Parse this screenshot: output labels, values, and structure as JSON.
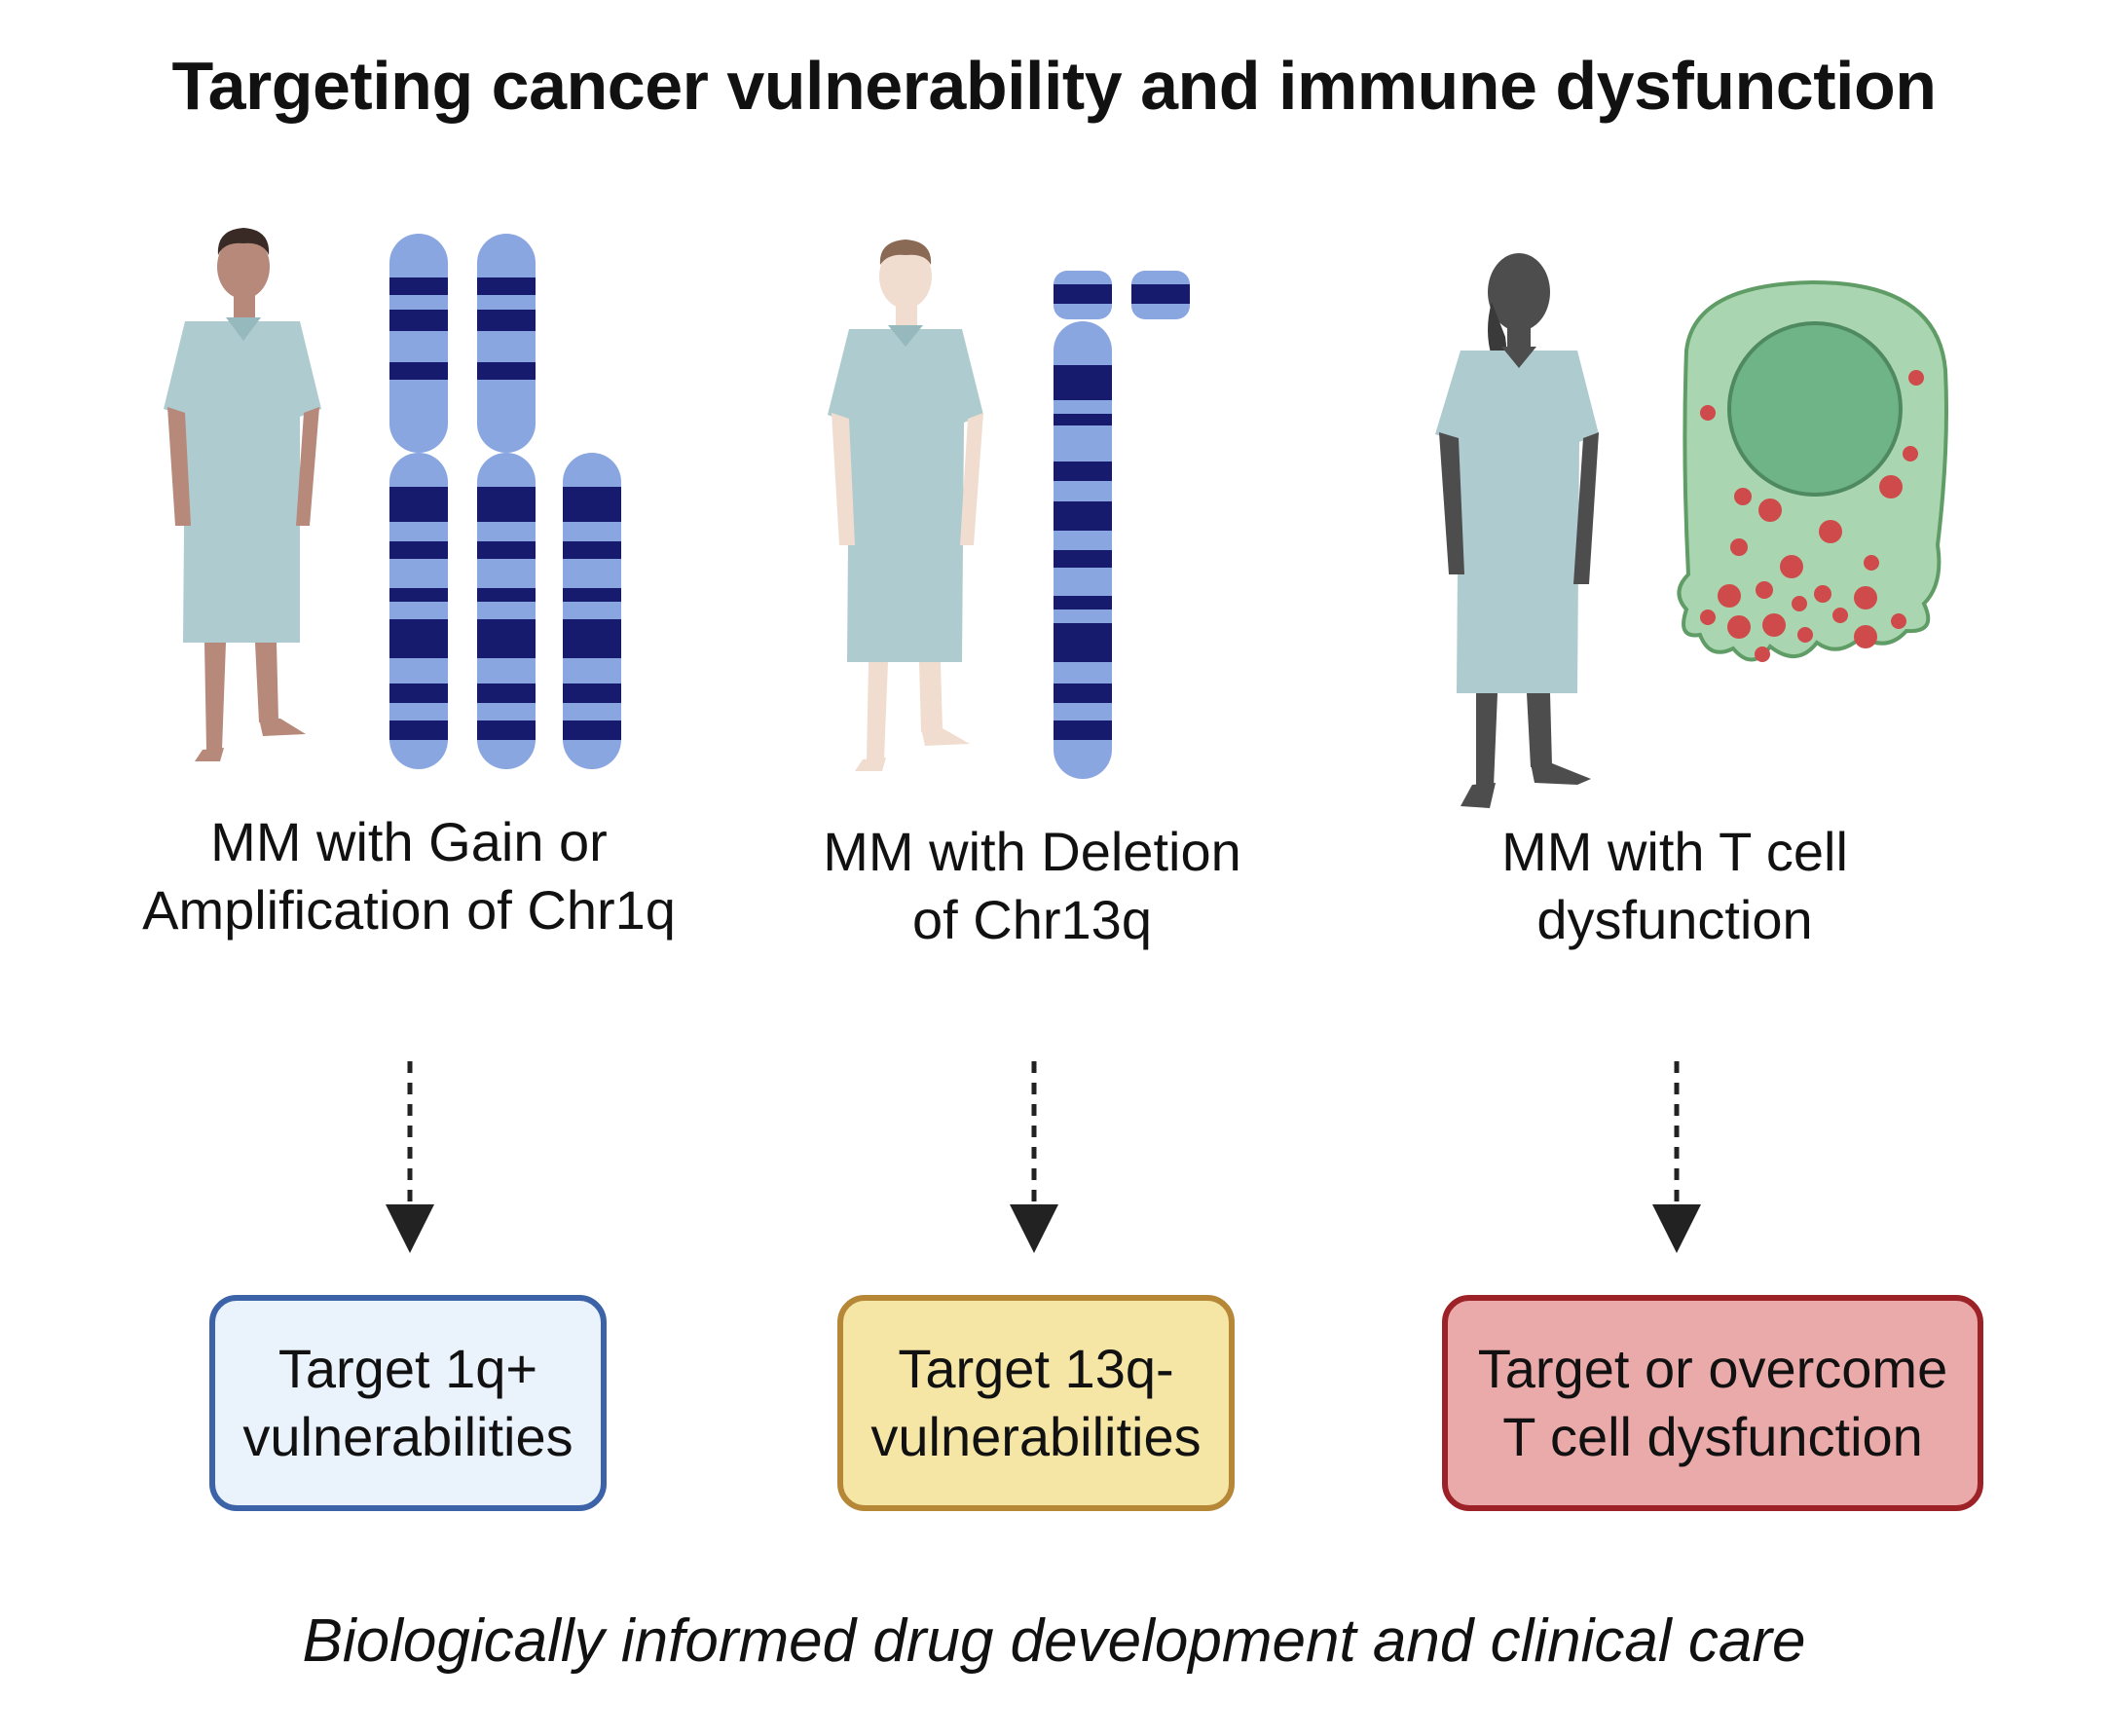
{
  "title": "Targeting cancer vulnerability and immune dysfunction",
  "columns": [
    {
      "label_lines": [
        "MM with Gain or",
        "Amplification of Chr1q"
      ],
      "target_lines": [
        "Target 1q+",
        "vulnerabilities"
      ],
      "box_fill": "#eaf2fb",
      "box_border": "#3c63a8",
      "icons": [
        "patient-icon",
        "chromosome-icon"
      ]
    },
    {
      "label_lines": [
        "MM with Deletion",
        "of Chr13q"
      ],
      "target_lines": [
        "Target 13q-",
        "vulnerabilities"
      ],
      "box_fill": "#f5e6a6",
      "box_border": "#b58736",
      "icons": [
        "patient-icon",
        "chromosome-icon"
      ]
    },
    {
      "label_lines": [
        "MM with T cell",
        "dysfunction"
      ],
      "target_lines": [
        "Target or overcome",
        "T cell dysfunction"
      ],
      "box_fill": "#ebaaaa",
      "box_border": "#9c2227",
      "icons": [
        "patient-icon",
        "cell-icon"
      ]
    }
  ],
  "footer": "Biologically informed drug development and clinical care",
  "colors": {
    "chromosome_light": "#8aa6e0",
    "chromosome_band": "#161b6e",
    "gown": "#aecbcf",
    "cell_outer": "#a9d6b0",
    "cell_nucleus": "#6fb487",
    "cell_granule": "#cf4a4a"
  }
}
